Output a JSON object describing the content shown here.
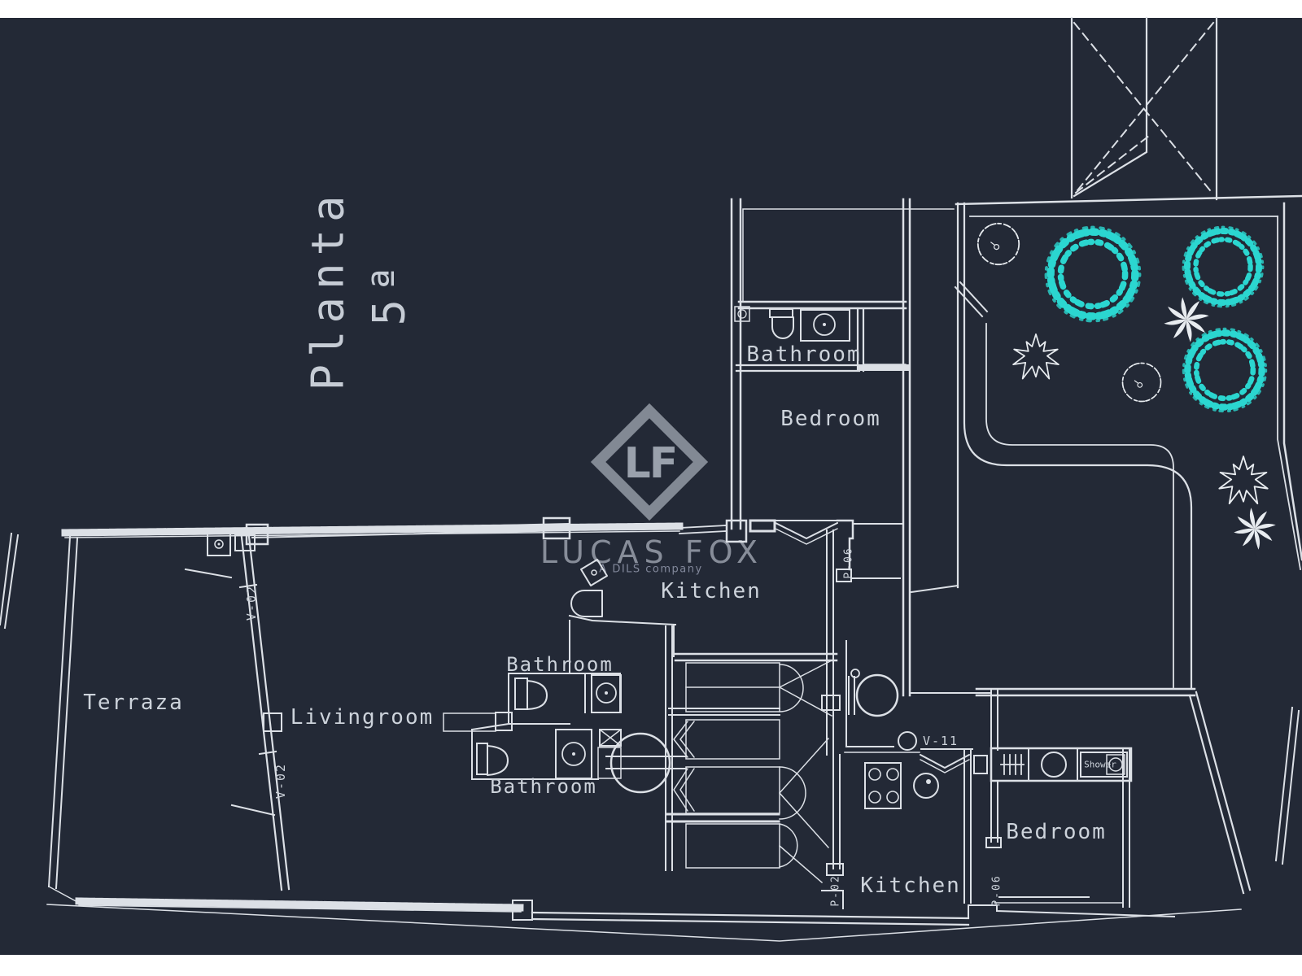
{
  "colors": {
    "canvas": "#232936",
    "line": "#dce0e6",
    "teal": "#2bd6d0",
    "watermark": "#8b919c",
    "page": "#ffffff"
  },
  "floor_label": {
    "name": "Planta",
    "number": "5ª"
  },
  "watermark": {
    "monogram": "LF",
    "brand": "LUCAS FOX",
    "tagline": "A DILS company"
  },
  "rooms": [
    {
      "id": "bathroom-top",
      "label": "Bathroom"
    },
    {
      "id": "bedroom-top",
      "label": "Bedroom"
    },
    {
      "id": "kitchen-mid",
      "label": "Kitchen"
    },
    {
      "id": "terraza",
      "label": "Terraza"
    },
    {
      "id": "livingroom",
      "label": "Livingroom"
    },
    {
      "id": "bathroom-center-upper",
      "label": "Bathroom"
    },
    {
      "id": "bathroom-center-lower",
      "label": "Bathroom"
    },
    {
      "id": "bedroom-bottom",
      "label": "Bedroom"
    },
    {
      "id": "kitchen-bottom",
      "label": "Kitchen"
    },
    {
      "id": "shower",
      "label": "Shower"
    }
  ],
  "tags": [
    {
      "id": "v02-upper",
      "label": "V-02"
    },
    {
      "id": "v02-lower",
      "label": "V-02"
    },
    {
      "id": "v11",
      "label": "V-11"
    },
    {
      "id": "p06-kitchen",
      "label": "P-06"
    },
    {
      "id": "p02",
      "label": "P-02"
    },
    {
      "id": "p06-bedroom",
      "label": "P-06"
    }
  ]
}
